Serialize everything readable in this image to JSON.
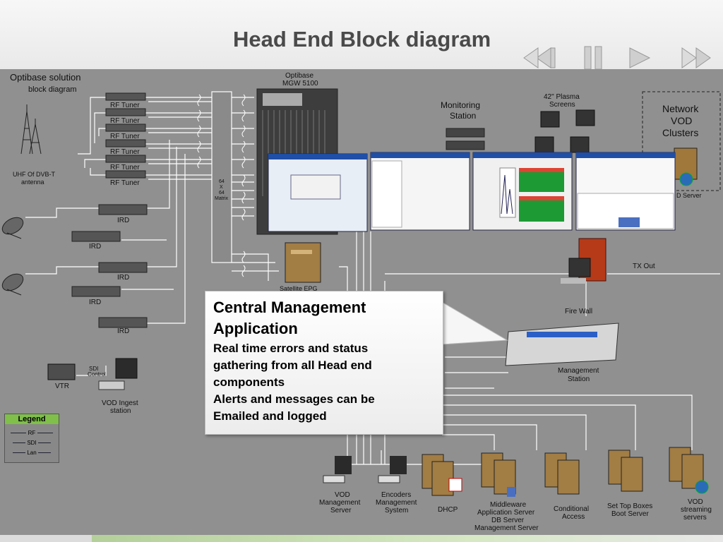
{
  "title": "Head End Block diagram",
  "nav": {
    "rewind": "rewind-icon",
    "pause": "pause-icon",
    "play": "play-icon",
    "fast_forward": "fast-forward-icon"
  },
  "labels": {
    "optibase_solution": "Optibase solution",
    "block_diagram": "block diagram",
    "optibase": "Optibase",
    "mgw": "MGW 5100",
    "rf_tuner": "RF Tuner",
    "uhf1": "UHF Of DVB-T",
    "uhf2": "antenna",
    "ird": "IRD",
    "matrix1": "64",
    "matrix2": "X",
    "matrix3": "64",
    "matrix4": "Matrix",
    "monitoring1": "Monitoring",
    "monitoring2": "Station",
    "plasma1": "42\" Plasma",
    "plasma2": "Screens",
    "network1": "Network",
    "network2": "VOD",
    "network3": "Clusters",
    "vod_server": "D Server",
    "tx_out": "TX Out",
    "fire_wall": "Fire Wall",
    "mgmt1": "Management",
    "mgmt2": "Station",
    "sdi": "SDI",
    "control": "Control",
    "vtr": "VTR",
    "vod_ingest1": "VOD Ingest",
    "vod_ingest2": "station",
    "satellite_epg": "Satellite EPG",
    "vod_mgmt1": "VOD",
    "vod_mgmt2": "Management",
    "vod_mgmt3": "Server",
    "enc_mgmt1": "Encoders",
    "enc_mgmt2": "Management",
    "enc_mgmt3": "System",
    "dhcp": "DHCP",
    "mw1": "Middleware",
    "mw2": "Application Server",
    "mw3": "DB Server",
    "mw4": "Management Server",
    "ca1": "Conditional",
    "ca2": "Access",
    "stb1": "Set Top Boxes",
    "stb2": "Boot Server",
    "vodss1": "VOD",
    "vodss2": "streaming",
    "vodss3": "servers"
  },
  "callout": {
    "heading_line1": "Central Management",
    "heading_line2": "Application",
    "line1": "Real time errors and status",
    "line2": "gathering from all Head end",
    "line3": "components",
    "line4": "Alerts and messages can be",
    "line5": "Emailed and logged"
  },
  "legend": {
    "title": "Legend",
    "rf": "RF",
    "sdi": "SDI",
    "lan": "Lan"
  }
}
